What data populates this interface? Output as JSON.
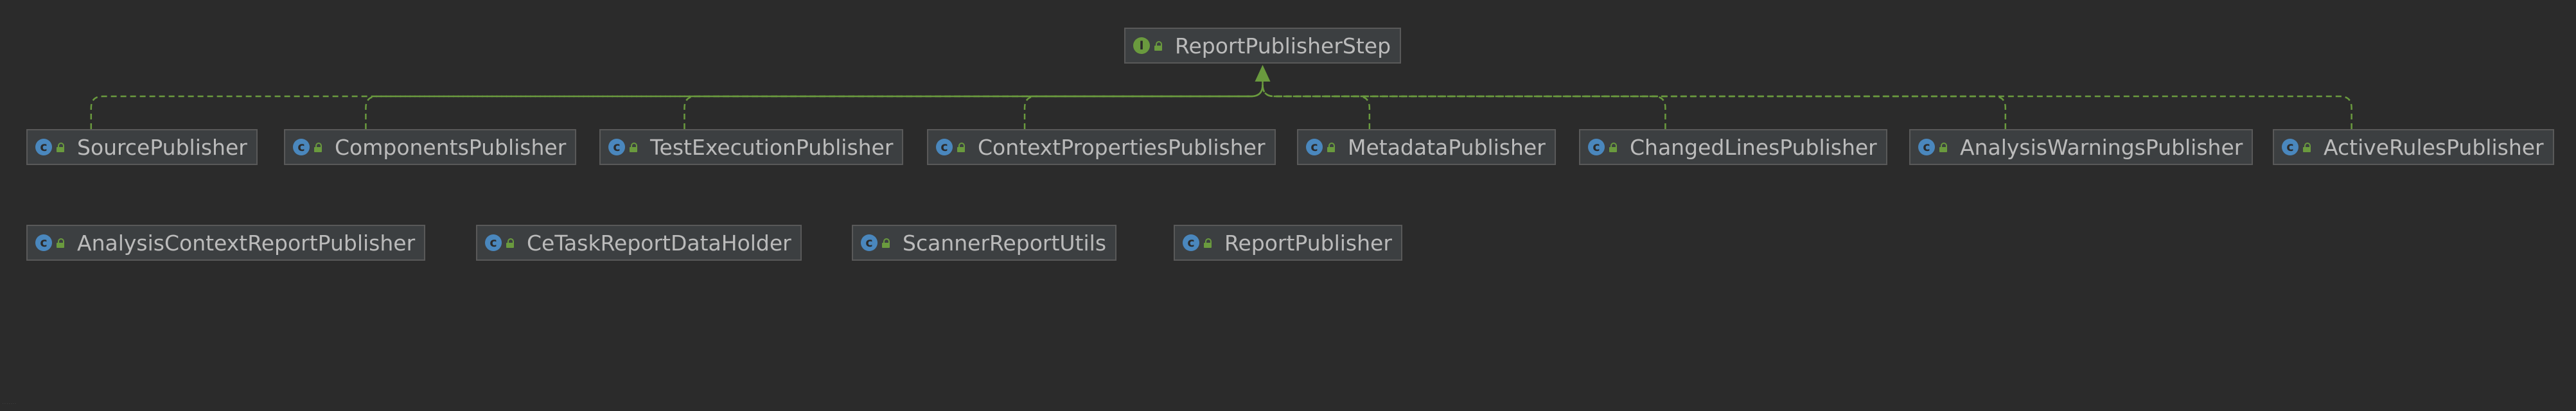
{
  "diagram": {
    "root": {
      "id": "report-publisher-step",
      "label": "ReportPublisherStep",
      "kind": "interface",
      "badge": "I"
    },
    "implementors": [
      {
        "id": "source-publisher",
        "label": "SourcePublisher",
        "kind": "class",
        "badge": "c"
      },
      {
        "id": "components-publisher",
        "label": "ComponentsPublisher",
        "kind": "class",
        "badge": "c"
      },
      {
        "id": "test-execution-publisher",
        "label": "TestExecutionPublisher",
        "kind": "class",
        "badge": "c"
      },
      {
        "id": "context-properties-publisher",
        "label": "ContextPropertiesPublisher",
        "kind": "class",
        "badge": "c"
      },
      {
        "id": "metadata-publisher",
        "label": "MetadataPublisher",
        "kind": "class",
        "badge": "c"
      },
      {
        "id": "changed-lines-publisher",
        "label": "ChangedLinesPublisher",
        "kind": "class",
        "badge": "c"
      },
      {
        "id": "analysis-warnings-publisher",
        "label": "AnalysisWarningsPublisher",
        "kind": "class",
        "badge": "c"
      },
      {
        "id": "active-rules-publisher",
        "label": "ActiveRulesPublisher",
        "kind": "class",
        "badge": "c"
      }
    ],
    "standalone": [
      {
        "id": "analysis-context-report-publisher",
        "label": "AnalysisContextReportPublisher",
        "kind": "class",
        "badge": "c"
      },
      {
        "id": "ce-task-report-data-holder",
        "label": "CeTaskReportDataHolder",
        "kind": "class",
        "badge": "c"
      },
      {
        "id": "scanner-report-utils",
        "label": "ScannerReportUtils",
        "kind": "class",
        "badge": "c"
      },
      {
        "id": "report-publisher",
        "label": "ReportPublisher",
        "kind": "class",
        "badge": "c"
      }
    ],
    "edges": {
      "relation": "implements",
      "target": "report-publisher-step",
      "sources": [
        "source-publisher",
        "components-publisher",
        "test-execution-publisher",
        "context-properties-publisher",
        "metadata-publisher",
        "changed-lines-publisher",
        "analysis-warnings-publisher",
        "active-rules-publisher"
      ]
    },
    "colors": {
      "background": "#2b2b2b",
      "node_fill": "#3c3f41",
      "node_border": "#595959",
      "text": "#bbbbbb",
      "class_badge": "#4a87bd",
      "interface_badge": "#6a9a3e",
      "edge": "#6a9a3e"
    }
  }
}
